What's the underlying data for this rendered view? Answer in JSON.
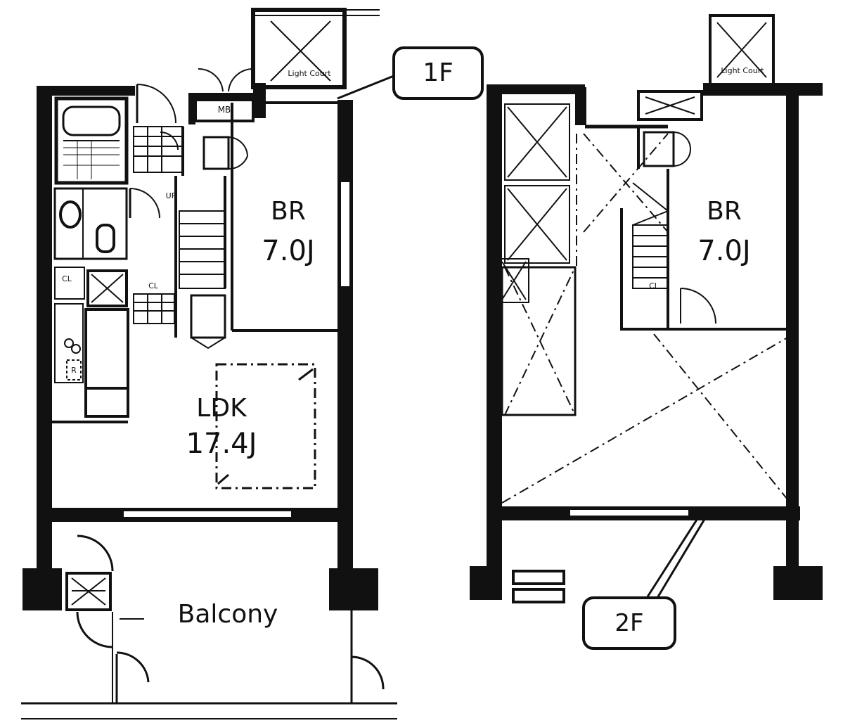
{
  "floor1": {
    "label": "1F",
    "bedroom": {
      "name": "BR",
      "size": "7.0J"
    },
    "ldk": {
      "name": "LDK",
      "size": "17.4J"
    },
    "balcony": "Balcony",
    "light_court": "Light Court",
    "meter_box": "MB",
    "up_mark": "UP",
    "closet": "CL",
    "wardrobe": "CL",
    "refrigerator": "R"
  },
  "floor2": {
    "label": "2F",
    "bedroom": {
      "name": "BR",
      "size": "7.0J"
    },
    "light_court": "Light Court",
    "closet": "CL"
  }
}
